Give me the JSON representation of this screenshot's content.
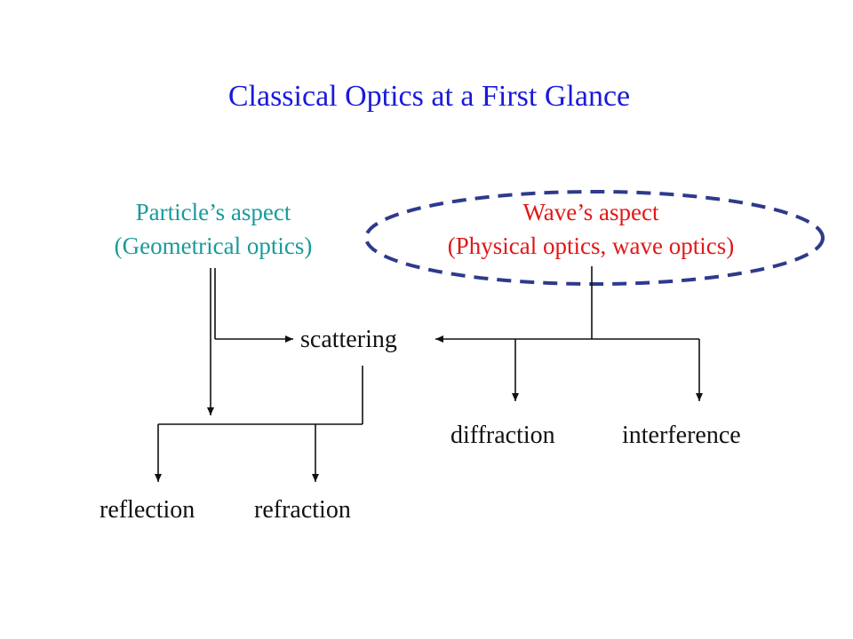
{
  "title": "Classical Optics at a First Glance",
  "colors": {
    "title": "#1a1adb",
    "particle": "#1a9a9a",
    "wave": "#e01818",
    "ellipse": "#2e3a8c",
    "lines": "#111111"
  },
  "particle_aspect": {
    "line1": "Particle’s aspect",
    "line2": "(Geometrical optics)"
  },
  "wave_aspect": {
    "line1": "Wave’s aspect",
    "line2": "(Physical optics, wave optics)"
  },
  "nodes": {
    "scattering": "scattering",
    "diffraction": "diffraction",
    "interference": "interference",
    "reflection": "reflection",
    "refraction": "refraction"
  }
}
